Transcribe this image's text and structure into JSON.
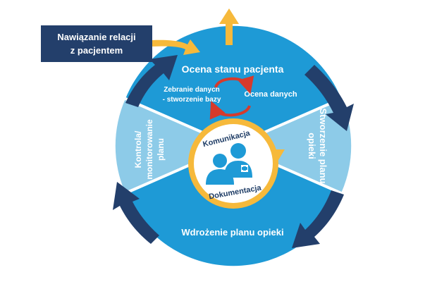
{
  "start_box": {
    "line1": "Nawiązanie relacji",
    "line2": "z pacjentem"
  },
  "segments": {
    "top": "Ocena stanu pacjenta",
    "right_line1": "Stworzenie planu",
    "right_line2": "opieki",
    "bottom": "Wdrożenie planu opieki",
    "left_line1": "Kontrola/",
    "left_line2": "monitorowanie",
    "left_line3": "planu"
  },
  "sub_cycle": {
    "left_line1": "Zebranie danych",
    "left_line2": "- stworzenie bazy",
    "right": "Ocena danych"
  },
  "center": {
    "top": "Komunikacja",
    "bottom": "Dokumentacja"
  },
  "icons": [
    "people-icon",
    "nurse-cross-icon"
  ],
  "colors": {
    "dark_blue": "#233f6b",
    "mid_blue": "#1e9ad6",
    "light_blue": "#8dcbe8",
    "yellow": "#f6b93b",
    "red": "#d63a2b",
    "white": "#ffffff"
  }
}
